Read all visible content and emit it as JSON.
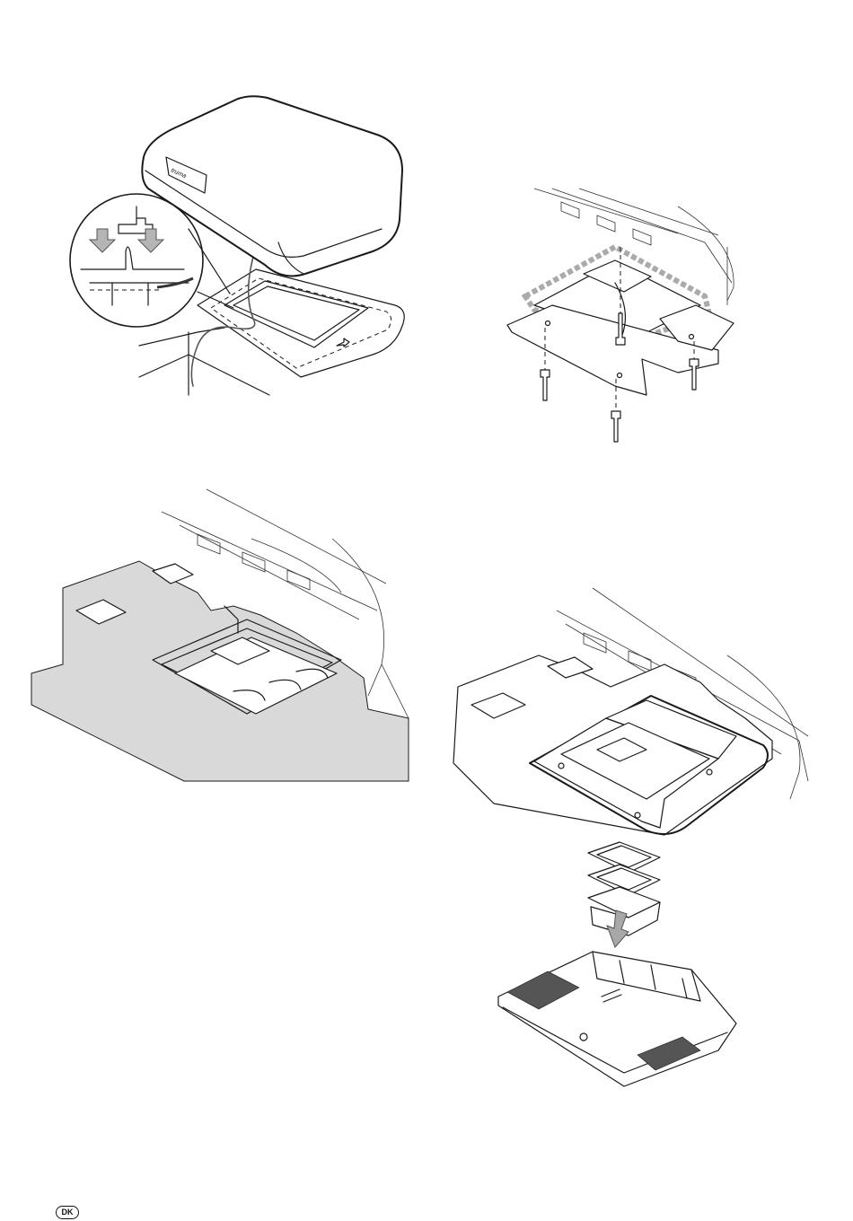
{
  "page": {
    "language_badge": "DK"
  },
  "figures": [
    {
      "id": "fig-roof-unit-placement",
      "icons": [
        "roof-unit-icon",
        "mounting-frame-icon",
        "cable-icon",
        "detail-callout-icon",
        "down-arrow-icon"
      ]
    },
    {
      "id": "fig-mounting-plate-screws",
      "icons": [
        "mounting-plate-icon",
        "screw-icon",
        "sealant-outline-icon"
      ]
    },
    {
      "id": "fig-ceiling-cutout",
      "icons": [
        "ceiling-panel-icon",
        "roof-opening-icon"
      ]
    },
    {
      "id": "fig-ceiling-assembly",
      "icons": [
        "mounting-plate-icon",
        "spacer-frame-icon",
        "air-distributor-icon",
        "assembly-arrow-icon"
      ]
    }
  ]
}
